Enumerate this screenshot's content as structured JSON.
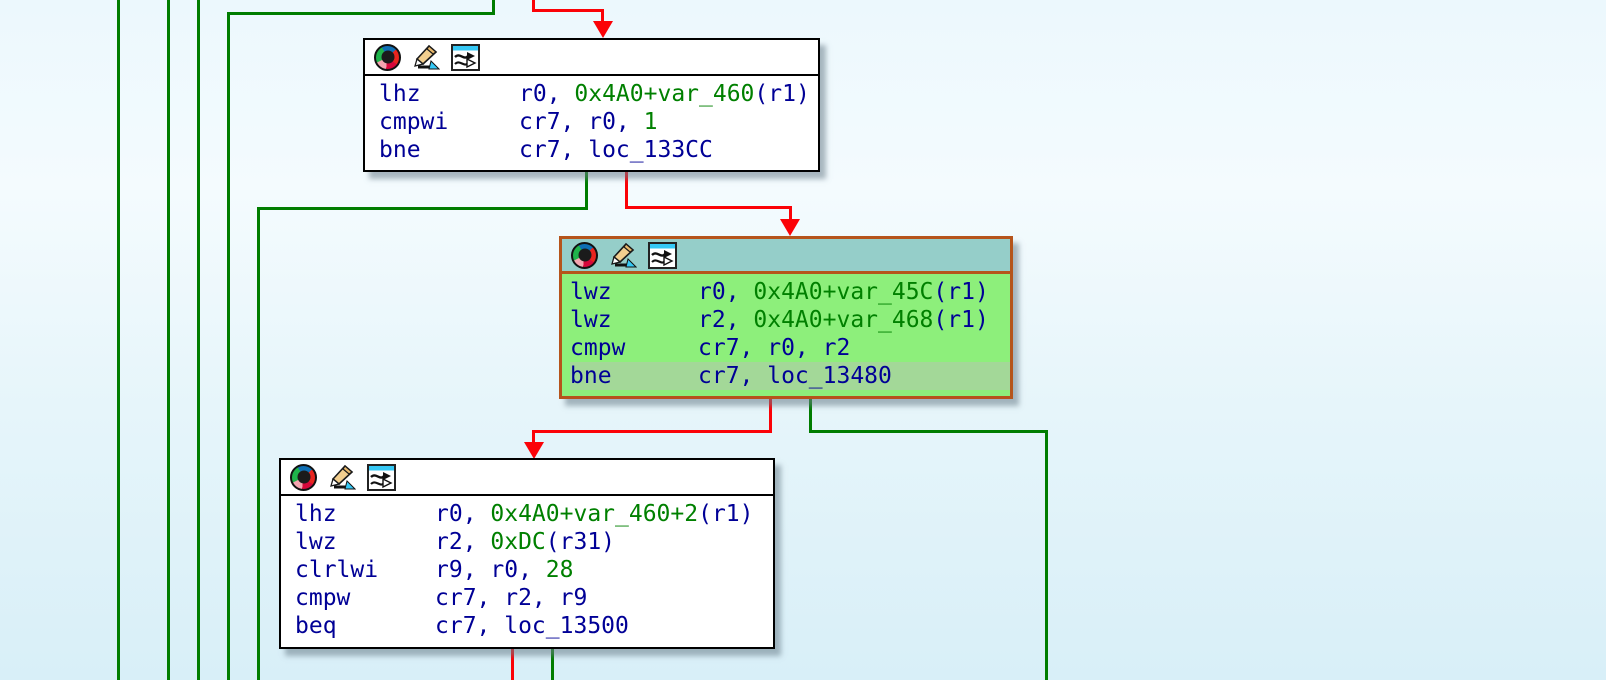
{
  "view": {
    "name": "disassembly-graph-view",
    "node_count": 3
  },
  "colors": {
    "bg_top": "#ECF8FD",
    "bg_bottom": "#D8EFF8",
    "edge_green": "#007D00",
    "edge_red": "#FB0207",
    "block_bg": "#FFFFFF",
    "block_border": "#000000",
    "selected_border": "#B5541B",
    "selected_title_bg": "#95CEC9",
    "selected_body_bg": "#8DEF7B",
    "current_line_bg": "#A3D898",
    "text_code": "#000096",
    "text_number": "#008000"
  },
  "icons": {
    "color_wheel": "set-node-color",
    "pencil": "edit-node",
    "shuffle_window": "group-nodes"
  },
  "blocks": [
    {
      "id": "node-1",
      "selected": false,
      "instructions": [
        {
          "mnemonic": "lhz",
          "operands": [
            {
              "text": "r0, ",
              "kind": "code"
            },
            {
              "text": "0x4A0+var_460",
              "kind": "number"
            },
            {
              "text": "(r1)",
              "kind": "code"
            }
          ]
        },
        {
          "mnemonic": "cmpwi",
          "operands": [
            {
              "text": "cr7, r0, ",
              "kind": "code"
            },
            {
              "text": "1",
              "kind": "number"
            }
          ]
        },
        {
          "mnemonic": "bne",
          "operands": [
            {
              "text": "cr7, loc_133CC",
              "kind": "code"
            }
          ]
        }
      ]
    },
    {
      "id": "node-2",
      "selected": true,
      "instructions": [
        {
          "mnemonic": "lwz",
          "operands": [
            {
              "text": "r0, ",
              "kind": "code"
            },
            {
              "text": "0x4A0+var_45C",
              "kind": "number"
            },
            {
              "text": "(r1)",
              "kind": "code"
            }
          ]
        },
        {
          "mnemonic": "lwz",
          "operands": [
            {
              "text": "r2, ",
              "kind": "code"
            },
            {
              "text": "0x4A0+var_468",
              "kind": "number"
            },
            {
              "text": "(r1)",
              "kind": "code"
            }
          ]
        },
        {
          "mnemonic": "cmpw",
          "operands": [
            {
              "text": "cr7, r0, r2",
              "kind": "code"
            }
          ]
        },
        {
          "mnemonic": "bne",
          "current": true,
          "operands": [
            {
              "text": "cr7, loc_13480",
              "kind": "code"
            }
          ]
        }
      ]
    },
    {
      "id": "node-3",
      "selected": false,
      "instructions": [
        {
          "mnemonic": "lhz",
          "operands": [
            {
              "text": "r0, ",
              "kind": "code"
            },
            {
              "text": "0x4A0+var_460+2",
              "kind": "number"
            },
            {
              "text": "(r1)",
              "kind": "code"
            }
          ]
        },
        {
          "mnemonic": "lwz",
          "operands": [
            {
              "text": "r2, ",
              "kind": "code"
            },
            {
              "text": "0xDC",
              "kind": "number"
            },
            {
              "text": "(r31)",
              "kind": "code"
            }
          ]
        },
        {
          "mnemonic": "clrlwi",
          "operands": [
            {
              "text": "r9, r0, ",
              "kind": "code"
            },
            {
              "text": "28",
              "kind": "number"
            }
          ]
        },
        {
          "mnemonic": "cmpw",
          "operands": [
            {
              "text": "cr7, r2, r9",
              "kind": "code"
            }
          ]
        },
        {
          "mnemonic": "beq",
          "operands": [
            {
              "text": "cr7, loc_13500",
              "kind": "code"
            }
          ]
        }
      ]
    }
  ]
}
